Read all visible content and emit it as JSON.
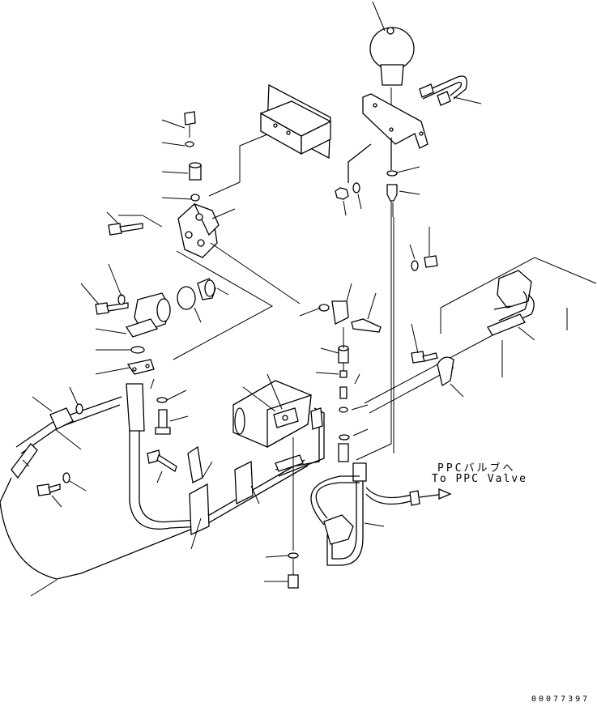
{
  "labels": {
    "ppc_jp": "PPCバルブへ",
    "ppc_en": "To PPC Valve",
    "doc_number": "00077397"
  }
}
